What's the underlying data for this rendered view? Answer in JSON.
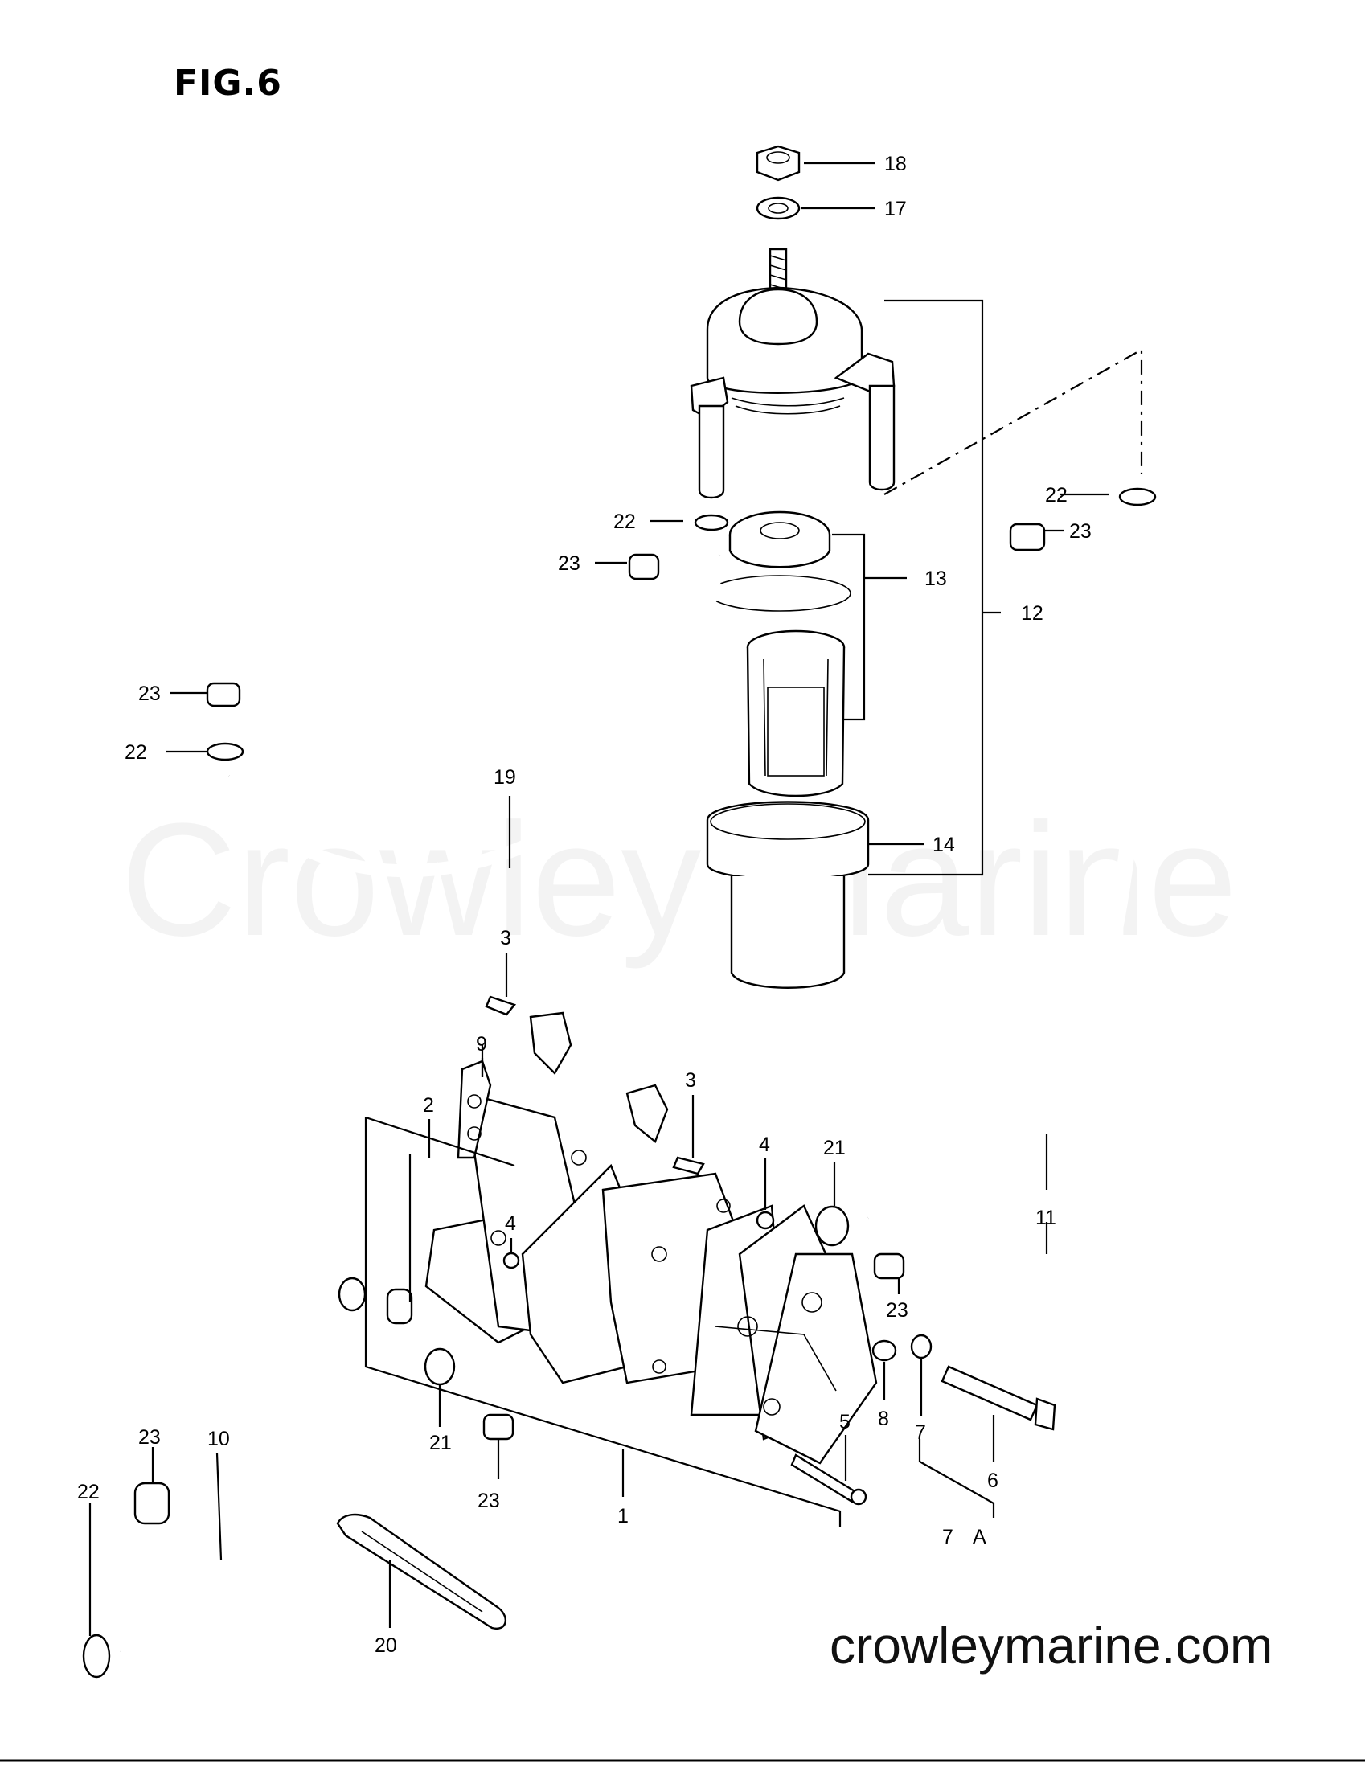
{
  "figure_title": "FIG.6",
  "watermark_text": "Crowley Marine",
  "site_url": "crowleymarine.com",
  "callouts": [
    {
      "id": "c18",
      "label": "18"
    },
    {
      "id": "c17",
      "label": "17"
    },
    {
      "id": "c22a",
      "label": "22"
    },
    {
      "id": "c22b",
      "label": "22"
    },
    {
      "id": "c22c",
      "label": "22"
    },
    {
      "id": "c22d",
      "label": "22"
    },
    {
      "id": "c23a",
      "label": "23"
    },
    {
      "id": "c23b",
      "label": "23"
    },
    {
      "id": "c23c",
      "label": "23"
    },
    {
      "id": "c23d",
      "label": "23"
    },
    {
      "id": "c23e",
      "label": "23"
    },
    {
      "id": "c23f",
      "label": "23"
    },
    {
      "id": "c13",
      "label": "13"
    },
    {
      "id": "c12",
      "label": "12"
    },
    {
      "id": "c19",
      "label": "19"
    },
    {
      "id": "c14",
      "label": "14"
    },
    {
      "id": "c11",
      "label": "11"
    },
    {
      "id": "c3a",
      "label": "3"
    },
    {
      "id": "c3b",
      "label": "3"
    },
    {
      "id": "c9",
      "label": "9"
    },
    {
      "id": "c2",
      "label": "2"
    },
    {
      "id": "c4a",
      "label": "4"
    },
    {
      "id": "c4b",
      "label": "4"
    },
    {
      "id": "c21a",
      "label": "21"
    },
    {
      "id": "c21b",
      "label": "21"
    },
    {
      "id": "c10",
      "label": "10"
    },
    {
      "id": "c1",
      "label": "1"
    },
    {
      "id": "c5",
      "label": "5"
    },
    {
      "id": "c8",
      "label": "8"
    },
    {
      "id": "c7a",
      "label": "7"
    },
    {
      "id": "c6",
      "label": "6"
    },
    {
      "id": "c7b",
      "label": "7"
    },
    {
      "id": "cA",
      "label": "A"
    },
    {
      "id": "c20",
      "label": "20"
    }
  ]
}
